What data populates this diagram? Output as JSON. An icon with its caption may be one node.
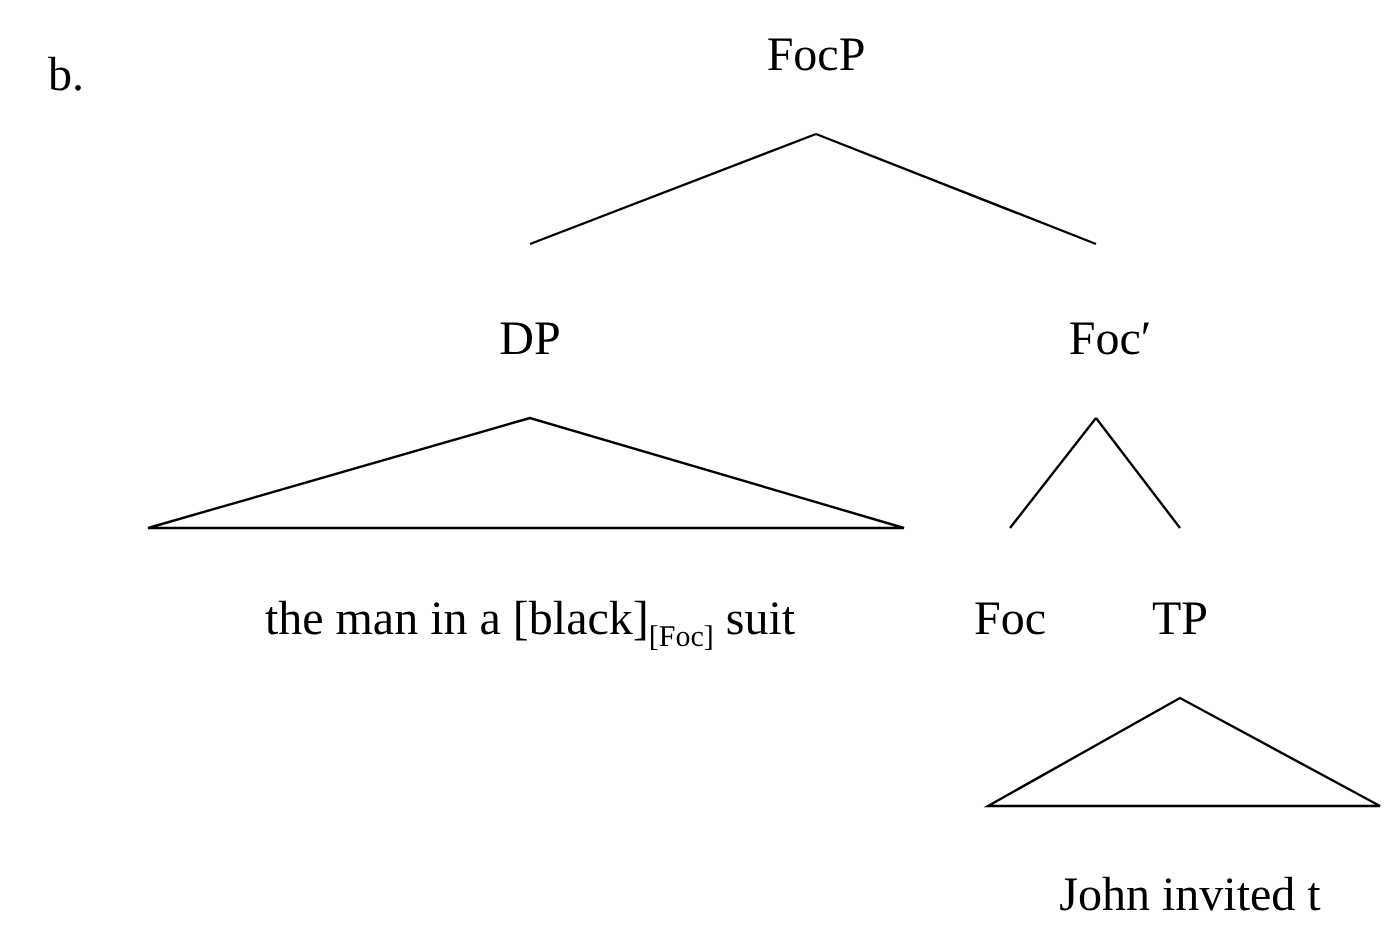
{
  "diagram": {
    "nodes": [
      {
        "text": [
          "FocP"
        ]
      },
      {
        "text": [
          "DP"
        ]
      },
      {
        "text": [
          "Foc′"
        ]
      },
      {
        "text": [
          "the man in a [black]$_{[Foc]}$ suit"
        ]
      },
      {
        "text": [
          "Foc"
        ]
      },
      {
        "text": [
          "TP"
        ]
      },
      {
        "text": [
          "John invited t"
        ]
      }
    ],
    "edges": [
      {
        "from": 0,
        "to": 1,
        "arrow": "none"
      },
      {
        "from": 0,
        "to": 2,
        "arrow": "none"
      },
      {
        "from": 1,
        "to": 3,
        "arrow": "none"
      },
      {
        "from": 2,
        "to": 4,
        "arrow": "none"
      },
      {
        "from": 2,
        "to": 5,
        "arrow": "none"
      },
      {
        "from": 5,
        "to": 6,
        "arrow": "none"
      }
    ],
    "labels": [
      "b."
    ]
  }
}
